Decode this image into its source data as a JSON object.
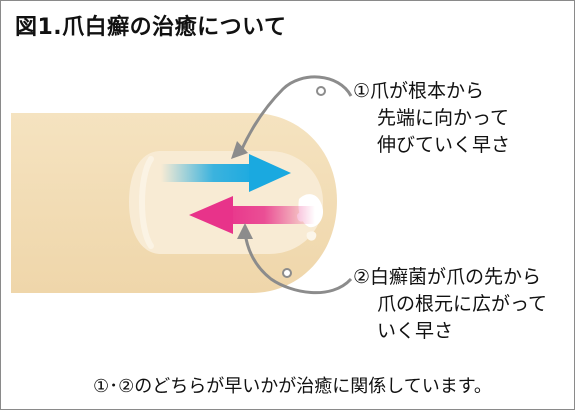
{
  "title": "図1.爪白癬の治癒について",
  "label1": {
    "line1": "①爪が根本から",
    "line2": "先端に向かって",
    "line3": "伸びていく早さ"
  },
  "label2": {
    "line1": "②白癬菌が爪の先から",
    "line2": "爪の根元に広がって",
    "line3": "いく早さ"
  },
  "footer": "①･②のどちらが早いかが治癒に関係しています。",
  "colors": {
    "skin": "#f2ddb6",
    "nail": "#f7e9d0",
    "blue_arrow": "#1aa9e0",
    "pink_arrow": "#e8338a",
    "leader_line": "#8c8c8c"
  }
}
